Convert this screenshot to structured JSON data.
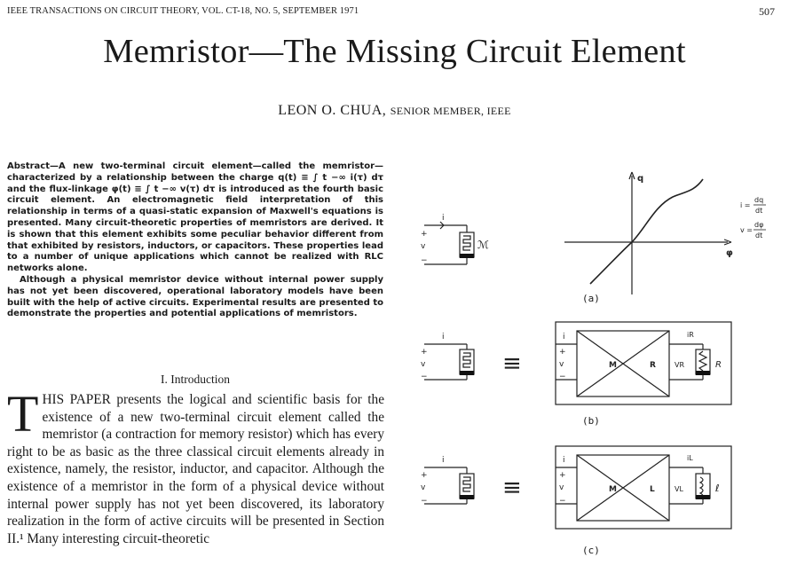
{
  "header": {
    "running_head": "IEEE TRANSACTIONS ON CIRCUIT THEORY, VOL. CT-18, NO. 5, SEPTEMBER 1971",
    "page_number": "507"
  },
  "title": "Memristor—The Missing Circuit Element",
  "author": {
    "name": "LEON O. CHUA,",
    "role": "SENIOR MEMBER, IEEE"
  },
  "abstract": {
    "paragraph1": "Abstract—A new two-terminal circuit element—called the memristor—characterized by a relationship between the charge q(t) ≡ ∫ t −∞ i(τ) dτ and the flux-linkage φ(t) ≡ ∫ t −∞ v(τ) dτ is introduced as the fourth basic circuit element. An electromagnetic field interpretation of this relationship in terms of a quasi-static expansion of Maxwell's equations is presented. Many circuit-theoretic properties of memristors are derived. It is shown that this element exhibits some peculiar behavior different from that exhibited by resistors, inductors, or capacitors. These properties lead to a number of unique applications which cannot be realized with RLC networks alone.",
    "paragraph2": "Although a physical memristor device without internal power supply has not yet been discovered, operational laboratory models have been built with the help of active circuits. Experimental results are presented to demonstrate the properties and potential applications of memristors."
  },
  "section": {
    "heading": "I. Introduction",
    "dropcap": "T",
    "body": "HIS PAPER presents the logical and scientific basis for the existence of a new two-terminal circuit element called the memristor (a contraction for memory resistor) which has every right to be as basic as the three classical circuit elements already in existence, namely, the resistor, inductor, and capacitor. Although the existence of a memristor in the form of a physical device without internal power supply has not yet been discovered, its laboratory realization in the form of active circuits will be presented in Section II.¹ Many interesting circuit-theoretic"
  },
  "figure": {
    "panels": [
      {
        "caption": "(a)",
        "terminal_labels": [
          "i",
          "+",
          "v",
          "−"
        ],
        "element_symbol": "ℳ",
        "plot_axis_y": "q",
        "plot_axis_x": "φ",
        "eq1_lhs": "i =",
        "eq1_num": "dq",
        "eq1_den": "dt",
        "eq2_lhs": "v =",
        "eq2_num": "dφ",
        "eq2_den": "dt"
      },
      {
        "caption": "(b)",
        "equiv": "≡",
        "box_labels": [
          "M",
          "R"
        ],
        "load_current": "iR",
        "load_voltage": "VR",
        "load_symbol": "R"
      },
      {
        "caption": "(c)",
        "equiv": "≡",
        "box_labels": [
          "M",
          "L"
        ],
        "load_current": "iL",
        "load_voltage": "VL",
        "load_symbol": "ℓ"
      }
    ]
  }
}
